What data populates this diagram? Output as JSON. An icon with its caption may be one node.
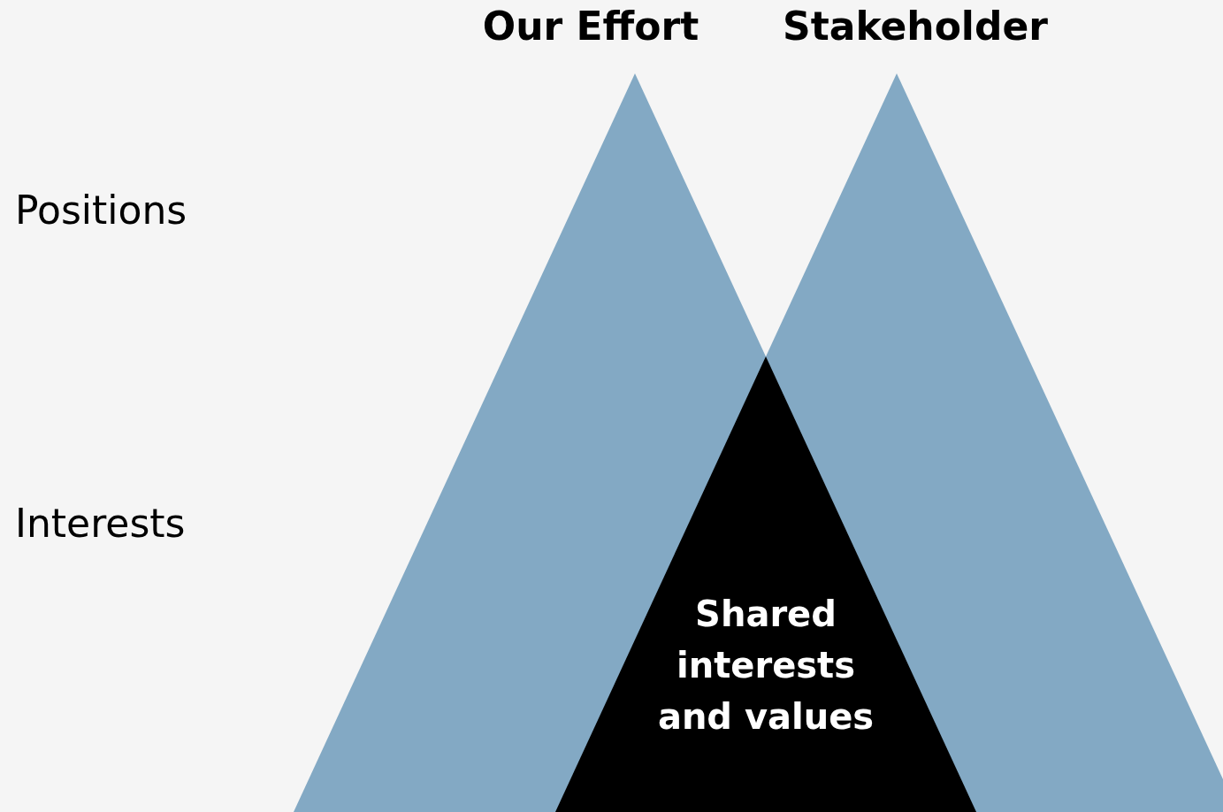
{
  "diagram": {
    "nodes": [
      {
        "text": [
          "Our Effort"
        ]
      },
      {
        "text": [
          "Stakeholder"
        ]
      },
      {
        "text": [
          "Shared interests and values"
        ]
      }
    ],
    "labels": [
      "Positions",
      "Interests"
    ]
  }
}
